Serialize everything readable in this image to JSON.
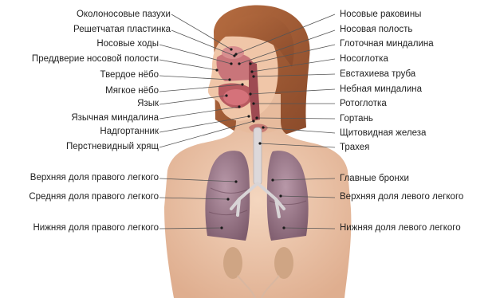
{
  "labels_left": [
    "Околоносовые пазухи",
    "Решетчатая пластинка",
    "Носовые ходы",
    "Преддверие носовой полости",
    "Твердое нёбо",
    "Мягкое нёбо",
    "Язык",
    "Язычная миндалина",
    "Надгортанник",
    "Перстневидный хрящ",
    "Верхняя доля правого легкого",
    "Средняя доля правого легкого",
    "Нижняя доля правого легкого"
  ],
  "labels_right": [
    "Носовые раковины",
    "Носовая полость",
    "Глоточная миндалина",
    "Носоглотка",
    "Евстахиева труба",
    "Небная миндалина",
    "Ротоглотка",
    "Гортань",
    "Щитовидная железа",
    "Трахея",
    "Главные бронхи",
    "Верхняя доля левого легкого",
    "Нижняя доля левого легкого"
  ],
  "colors": {
    "skin": "#efc9ad",
    "skin_shadow": "#ddae8e",
    "hair": "#a65e36",
    "lung": "#a07d8e",
    "trachea": "#d8d4d6",
    "airway": "#c0676b",
    "kidney": "#caa07e",
    "leader_line": "#555555"
  }
}
